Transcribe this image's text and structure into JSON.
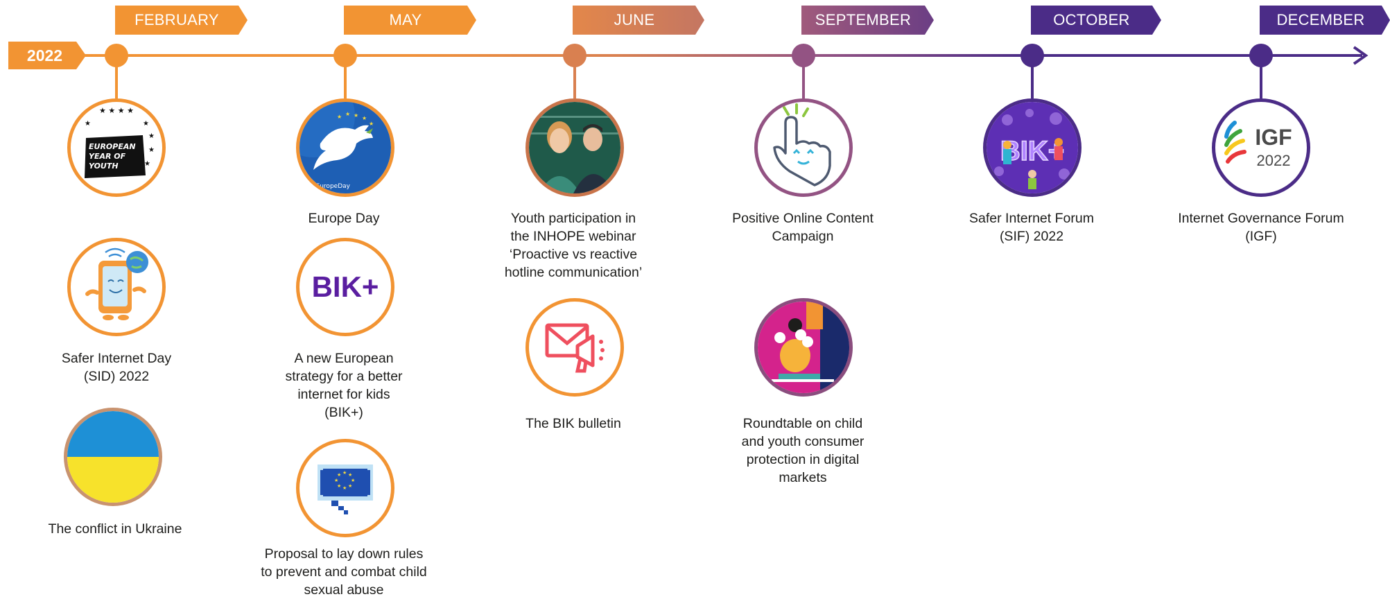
{
  "timeline": {
    "year": "2022",
    "months": [
      {
        "name": "FEBRUARY",
        "color": "#f29433"
      },
      {
        "name": "MAY",
        "color": "#f29433"
      },
      {
        "name": "JUNE",
        "color": "#d98050"
      },
      {
        "name": "SEPTEMBER",
        "color": "#935383"
      },
      {
        "name": "OCTOBER",
        "color": "#4b2c87"
      },
      {
        "name": "DECEMBER",
        "color": "#4b2c87"
      }
    ]
  },
  "events": {
    "feb_1": {
      "logo_text": [
        "EUROPEAN",
        "YEAR OF",
        "YOUTH"
      ],
      "icon": "european-year-of-youth-logo"
    },
    "feb_2": {
      "label": [
        "Safer Internet Day",
        "(SID) 2022"
      ],
      "icon": "smiling-tablet-icon"
    },
    "feb_3": {
      "label": [
        "The conflict in Ukraine"
      ],
      "icon": "ukraine-flag-icon"
    },
    "may_1": {
      "label": [
        "Europe Day"
      ],
      "caption": "#EuropeDay",
      "icon": "dove-icon"
    },
    "may_2": {
      "label": [
        "A new European",
        "strategy for a better",
        "internet for kids",
        "(BIK+)"
      ],
      "logo_text": "BIK+",
      "icon": "bik-plus-logo"
    },
    "may_3": {
      "label": [
        "Proposal to lay down rules",
        "to prevent and combat child",
        "sexual abuse"
      ],
      "icon": "eu-speech-bubble-icon"
    },
    "jun_1": {
      "label": [
        "Youth participation in",
        "the INHOPE webinar",
        "‘Proactive vs reactive",
        "hotline communication’"
      ],
      "icon": "people-photo"
    },
    "jun_2": {
      "label": [
        "The BIK bulletin"
      ],
      "icon": "envelope-megaphone-icon"
    },
    "sep_1": {
      "label": [
        "Positive Online Content",
        "Campaign"
      ],
      "icon": "smiling-hand-icon"
    },
    "sep_2": {
      "label": [
        "Roundtable on child",
        "and youth consumer",
        "protection in digital",
        "markets"
      ],
      "icon": "consumer-illustration"
    },
    "oct_1": {
      "label": [
        "Safer Internet Forum",
        "(SIF) 2022"
      ],
      "logo_text": "BIK+",
      "icon": "sif-illustration"
    },
    "dec_1": {
      "label": [
        "Internet Governance Forum",
        "(IGF)"
      ],
      "logo_text": [
        "IGF",
        "2022"
      ],
      "icon": "igf-logo"
    }
  }
}
